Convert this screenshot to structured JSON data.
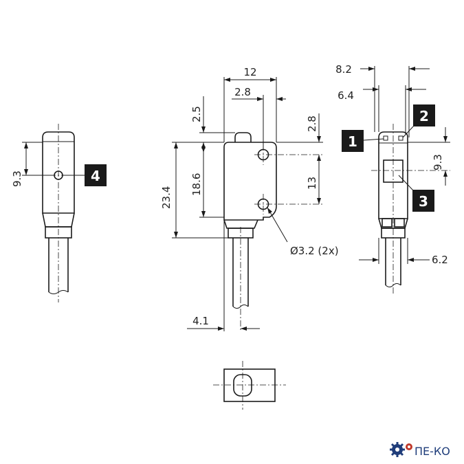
{
  "dimensions": {
    "front_width": "12",
    "front_hole_offset": "2.8",
    "front_top_step": "2.5",
    "front_height_total": "23.4",
    "front_hole_span": "18.6",
    "front_hole_pitch": "13",
    "front_right_offset": "2.8",
    "hole_note": "Ø3.2 (2x)",
    "cable_offset": "4.1",
    "side_left_height": "9.3",
    "right_width_top": "8.2",
    "right_width_inner": "6.4",
    "right_height": "9.3",
    "right_cable": "6.2"
  },
  "callouts": [
    "1",
    "2",
    "3",
    "4"
  ],
  "logo": {
    "text": "ПЕ-КО",
    "icon": "gear-icon"
  }
}
